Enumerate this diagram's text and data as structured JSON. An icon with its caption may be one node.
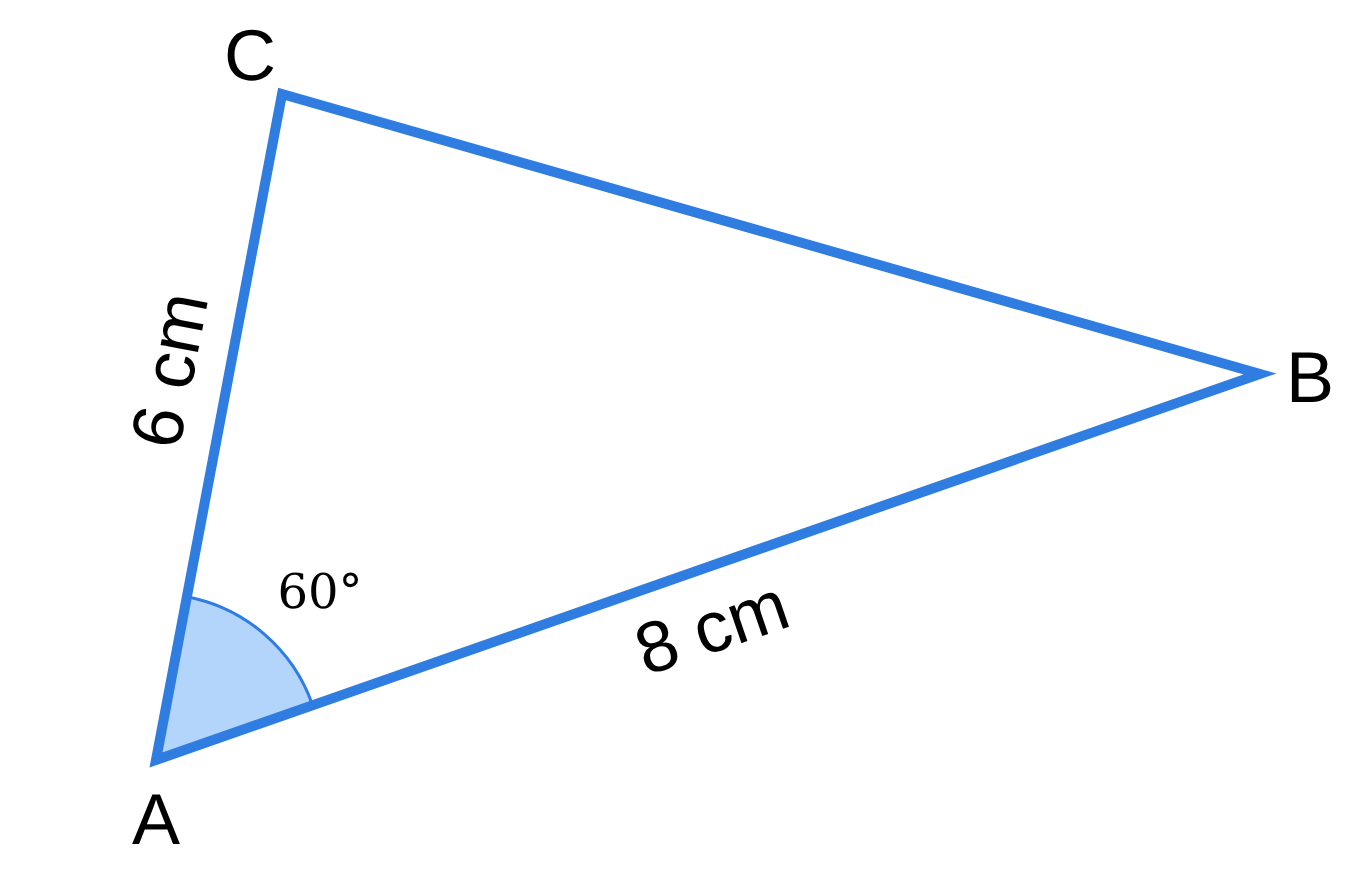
{
  "diagram": {
    "labels": [
      "C",
      "6 cm",
      "B",
      "60°",
      "8 cm",
      "A"
    ]
  }
}
